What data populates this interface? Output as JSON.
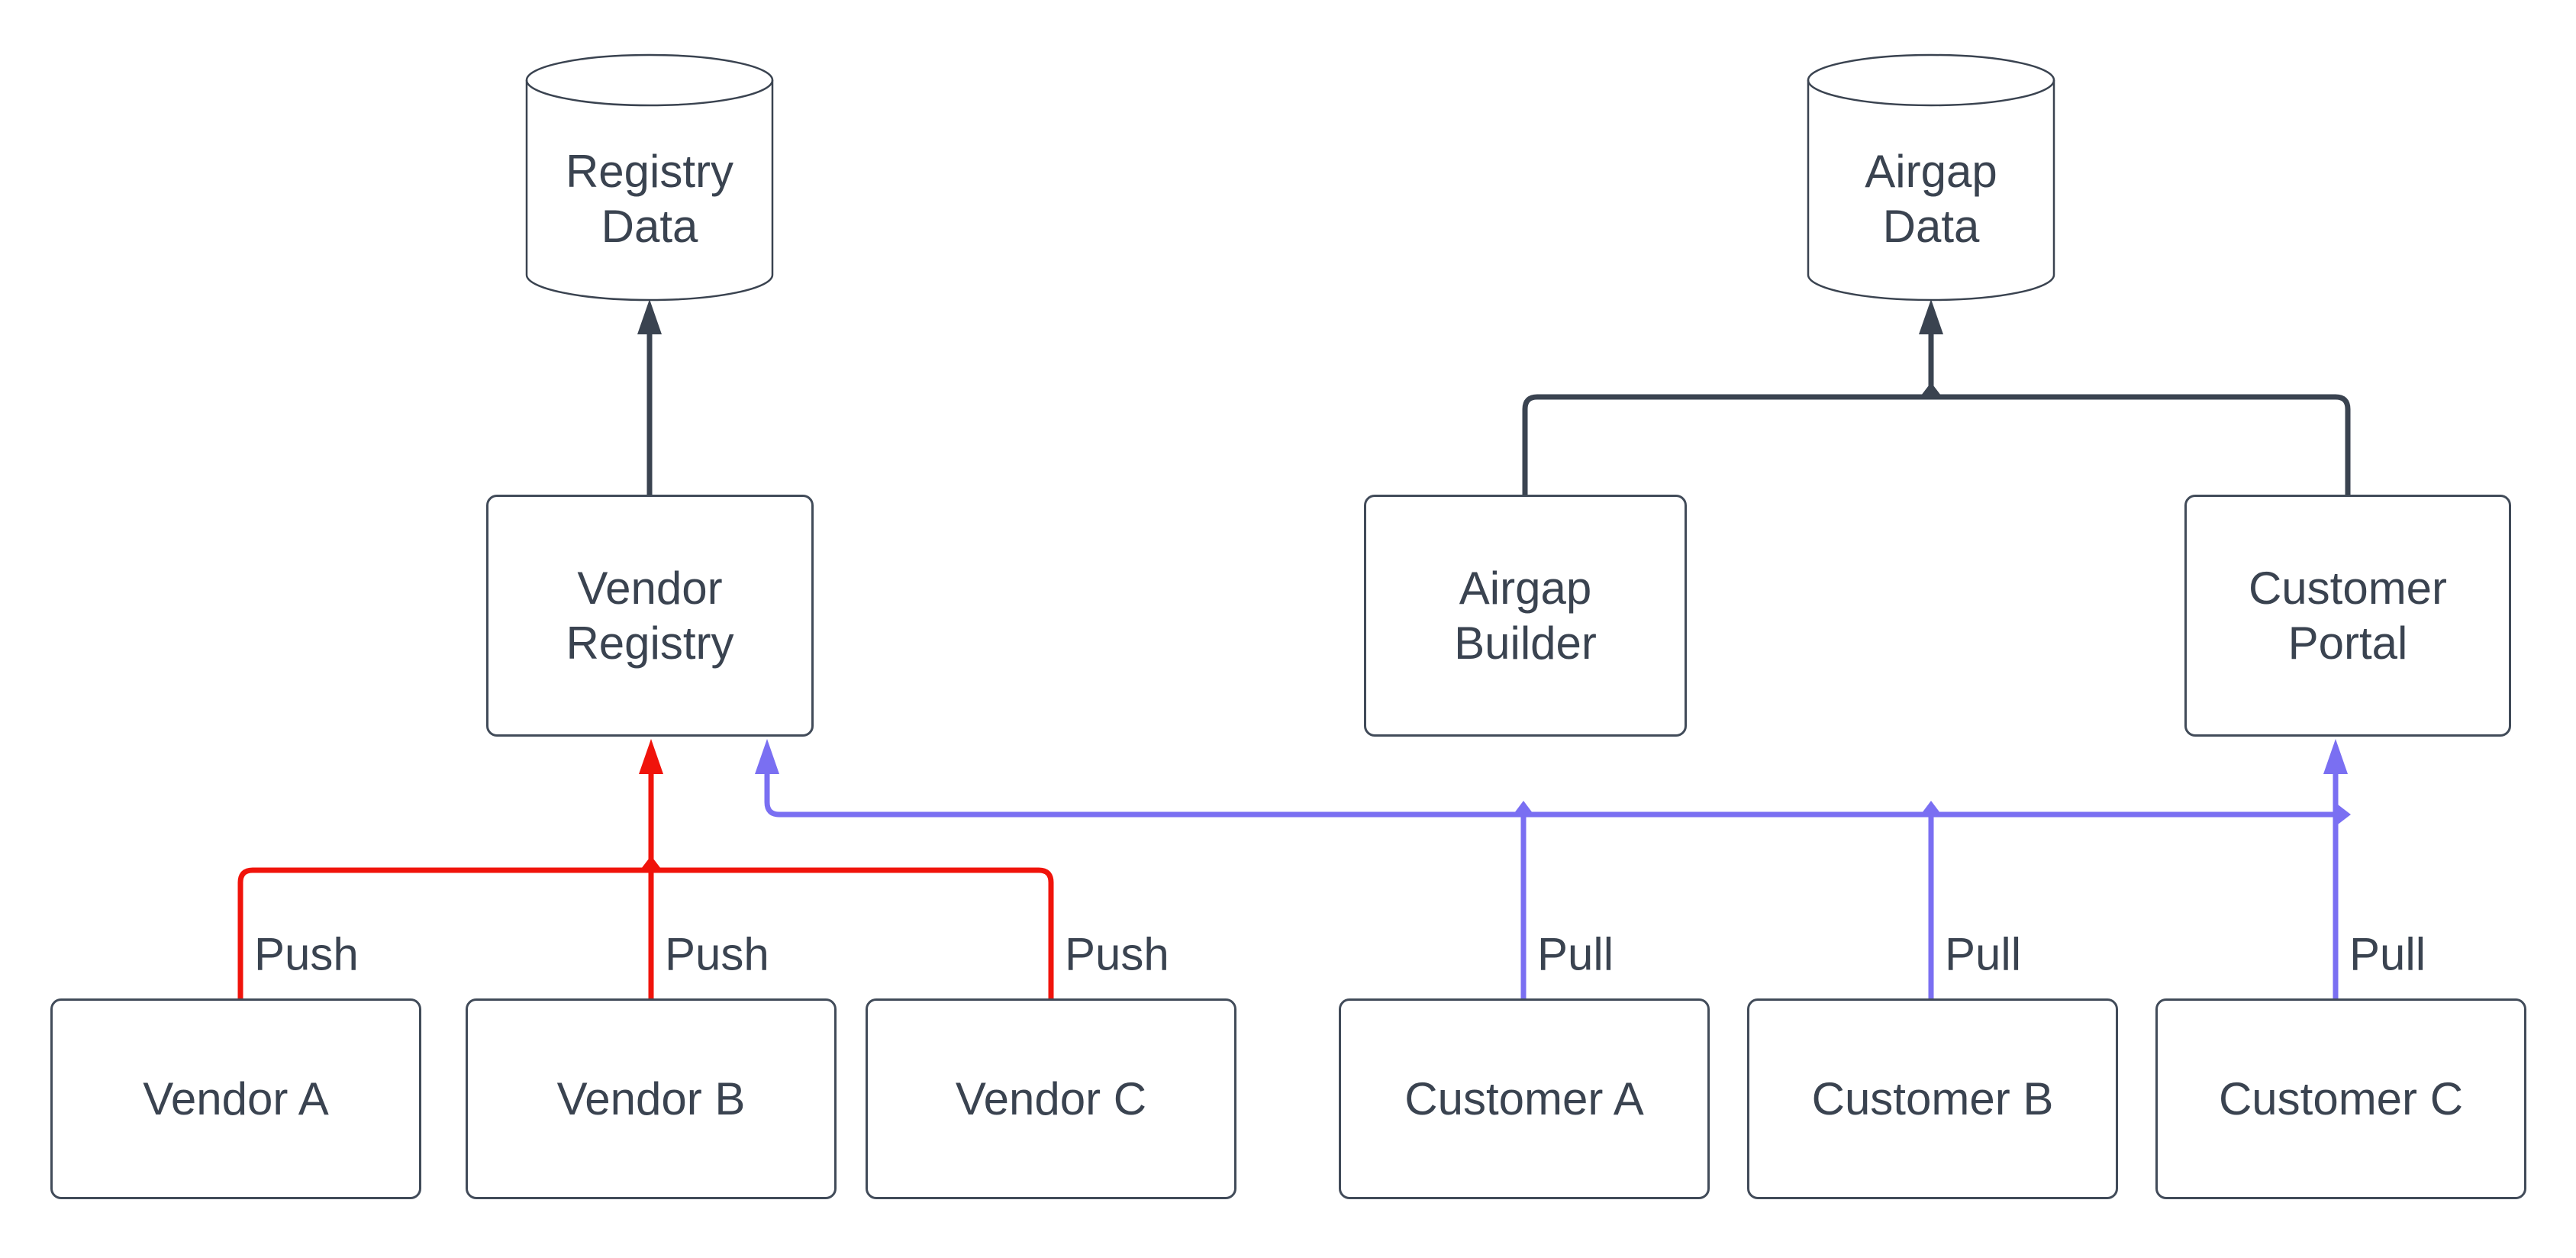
{
  "diagram": {
    "colors": {
      "line_dark": "#3a4350",
      "push_red": "#f0130b",
      "pull_blue": "#7a6ff2",
      "shape_fill": "#ffffff"
    },
    "nodes": {
      "registry_data": {
        "type": "database",
        "line1": "Registry",
        "line2": "Data"
      },
      "airgap_data": {
        "type": "database",
        "line1": "Airgap",
        "line2": "Data"
      },
      "vendor_registry": {
        "type": "process",
        "line1": "Vendor",
        "line2": "Registry"
      },
      "airgap_builder": {
        "type": "process",
        "line1": "Airgap",
        "line2": "Builder"
      },
      "customer_portal": {
        "type": "process",
        "line1": "Customer",
        "line2": "Portal"
      },
      "vendor_a": {
        "label": "Vendor A"
      },
      "vendor_b": {
        "label": "Vendor B"
      },
      "vendor_c": {
        "label": "Vendor C"
      },
      "customer_a": {
        "label": "Customer A"
      },
      "customer_b": {
        "label": "Customer B"
      },
      "customer_c": {
        "label": "Customer C"
      }
    },
    "edges": {
      "push_a": {
        "label": "Push"
      },
      "push_b": {
        "label": "Push"
      },
      "push_c": {
        "label": "Push"
      },
      "pull_a": {
        "label": "Pull"
      },
      "pull_b": {
        "label": "Pull"
      },
      "pull_c": {
        "label": "Pull"
      }
    }
  }
}
